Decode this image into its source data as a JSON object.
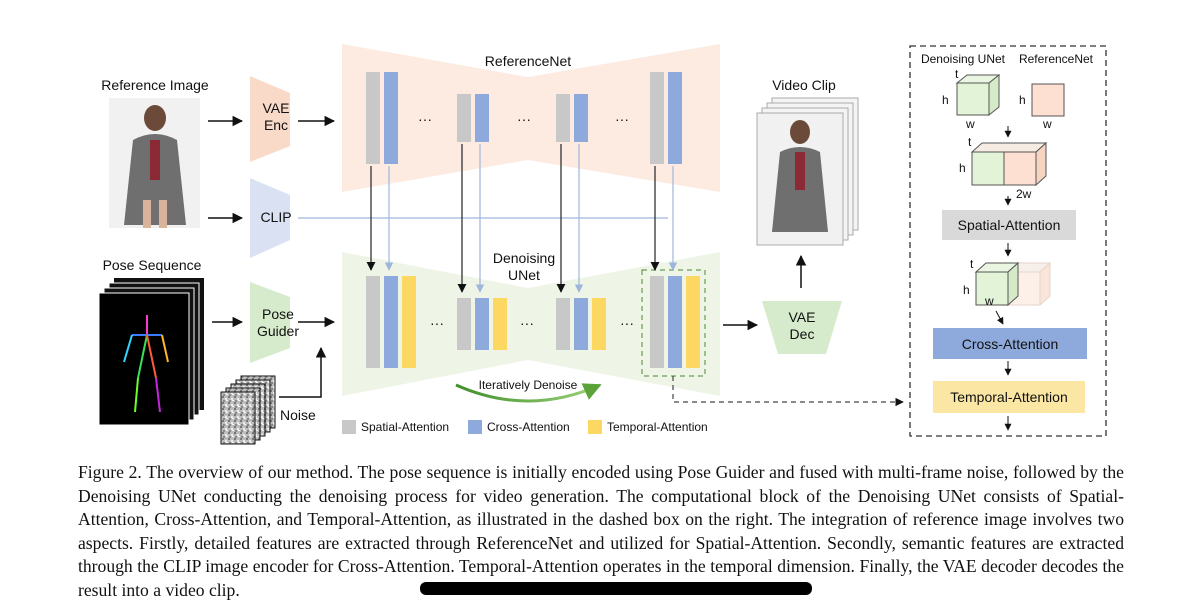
{
  "labels": {
    "reference_image": "Reference Image",
    "pose_sequence": "Pose Sequence",
    "vae_enc_line1": "VAE",
    "vae_enc_line2": "Enc",
    "clip": "CLIP",
    "pose_guider_line1": "Pose",
    "pose_guider_line2": "Guider",
    "noise": "Noise",
    "referencenet": "ReferenceNet",
    "denoising_unet_line1": "Denoising",
    "denoising_unet_line2": "UNet",
    "ellipsis": "···",
    "iteratively_denoise": "Iteratively Denoise",
    "video_clip": "Video Clip",
    "vae_dec_line1": "VAE",
    "vae_dec_line2": "Dec"
  },
  "legend": {
    "spatial": "Spatial-Attention",
    "cross": "Cross-Attention",
    "temporal": "Temporal-Attention"
  },
  "detail_box": {
    "denoising_unet": "Denoising UNet",
    "referencenet": "ReferenceNet",
    "t": "t",
    "h": "h",
    "w": "w",
    "two_w": "2w",
    "spatial_attention": "Spatial-Attention",
    "cross_attention": "Cross-Attention",
    "temporal_attention": "Temporal-Attention"
  },
  "caption": "Figure 2. The overview of our method. The pose sequence is initially encoded using Pose Guider and fused with multi-frame noise, followed by the Denoising UNet conducting the denoising process for video generation. The computational block of the Denoising UNet consists of Spatial-Attention, Cross-Attention, and Temporal-Attention, as illustrated in the dashed box on the right. The integration of reference image involves two aspects. Firstly, detailed features are extracted through ReferenceNet and utilized for Spatial-Attention. Secondly, semantic features are extracted through the CLIP image encoder for Cross-Attention. Temporal-Attention operates in the temporal dimension. Finally, the VAE decoder decodes the result into a video clip.",
  "colors": {
    "spatial": "#c8c8c8",
    "cross": "#8eaadc",
    "temporal": "#fcd862",
    "referencenet_bg": "#fdebe2",
    "unet_bg": "#eef5e6",
    "vae_enc": "#f9d9c8",
    "clip": "#d9e1f2",
    "pose_guider": "#d6ebcc",
    "vae_dec": "#d6ebcc"
  }
}
